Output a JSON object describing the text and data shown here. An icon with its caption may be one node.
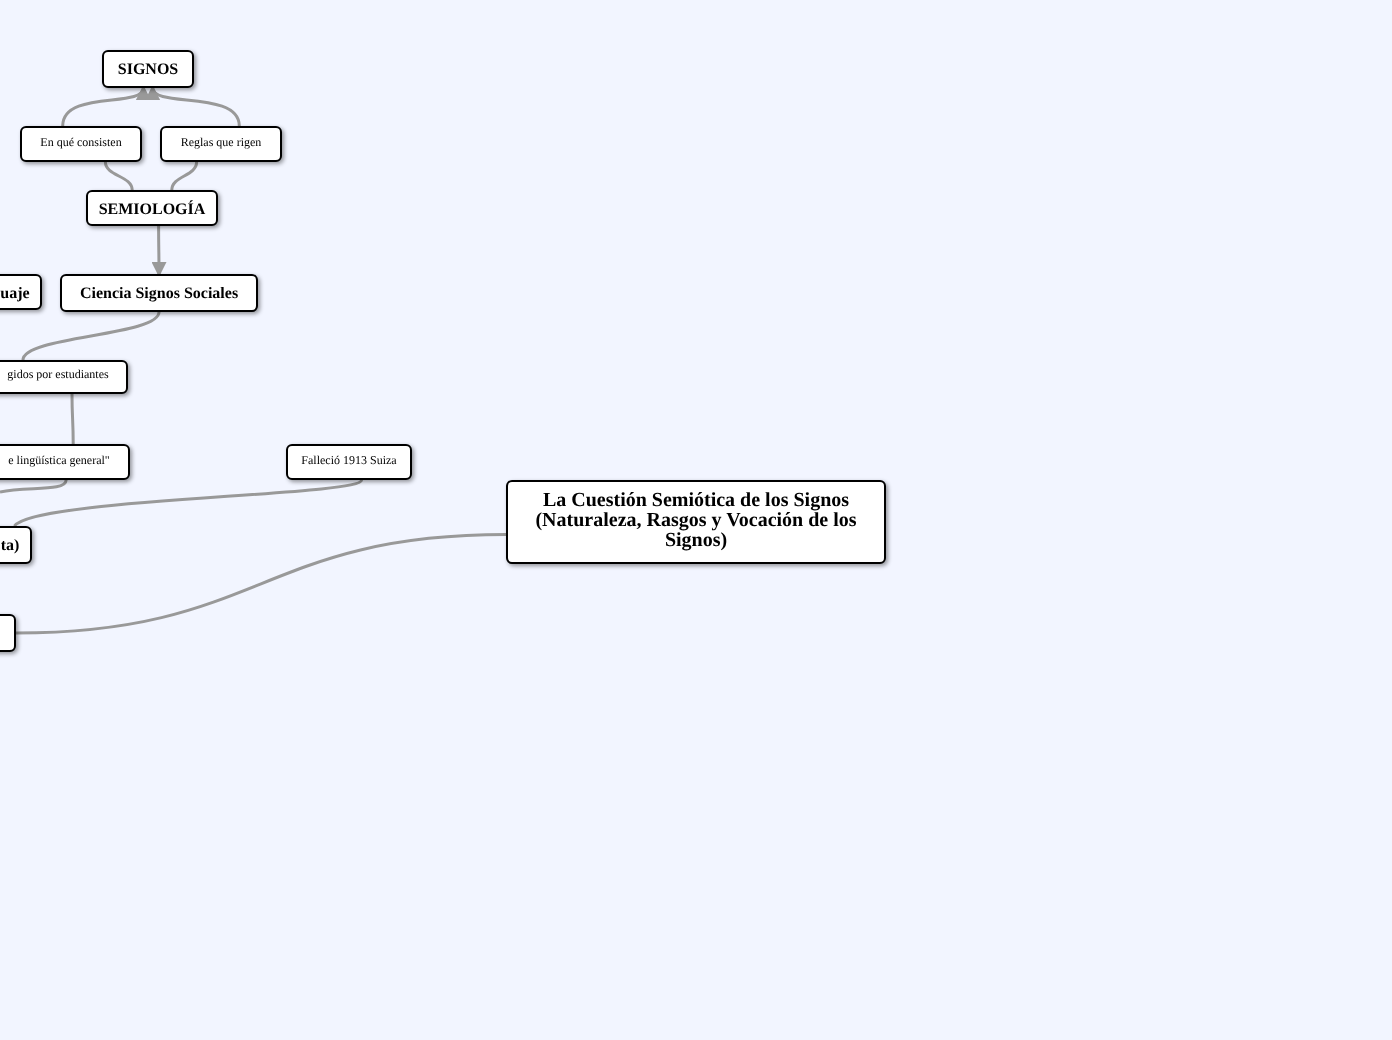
{
  "diagram": {
    "nodes": [
      {
        "text": [
          "SIGNOS"
        ]
      },
      {
        "text": [
          "En qué consisten"
        ]
      },
      {
        "text": [
          "Reglas que rigen"
        ]
      },
      {
        "text": [
          "SEMIOLOGÍA"
        ]
      },
      {
        "text": [
          "uaje"
        ]
      },
      {
        "text": [
          "Ciencia Signos Sociales"
        ]
      },
      {
        "text": [
          "gidos por estudiantes"
        ]
      },
      {
        "text": [
          "e lingüística general\""
        ]
      },
      {
        "text": [
          "Falleció 1913 Suiza"
        ]
      },
      {
        "text": [
          "ta)"
        ]
      },
      {
        "text": [],
        "shape": "box"
      },
      {
        "text": [
          "La Cuestión Semiótica de los Signos (Naturaleza, Rasgos y Vocación de los Signos)"
        ]
      }
    ],
    "edges": [
      {
        "from": 3,
        "to": 1,
        "arrow": "none"
      },
      {
        "from": 3,
        "to": 2,
        "arrow": "none"
      },
      {
        "from": 1,
        "to": 0,
        "arrow": "to"
      },
      {
        "from": 2,
        "to": 0,
        "arrow": "to"
      },
      {
        "from": 3,
        "to": 5,
        "arrow": "to"
      },
      {
        "from": 5,
        "to": 6,
        "arrow": "none"
      },
      {
        "from": 6,
        "to": 7,
        "arrow": "none"
      },
      {
        "from": 7,
        "to": null,
        "arrow": "none"
      },
      {
        "from": 8,
        "to": 9,
        "arrow": "none"
      },
      {
        "from": 11,
        "to": 10,
        "arrow": "none"
      }
    ]
  }
}
